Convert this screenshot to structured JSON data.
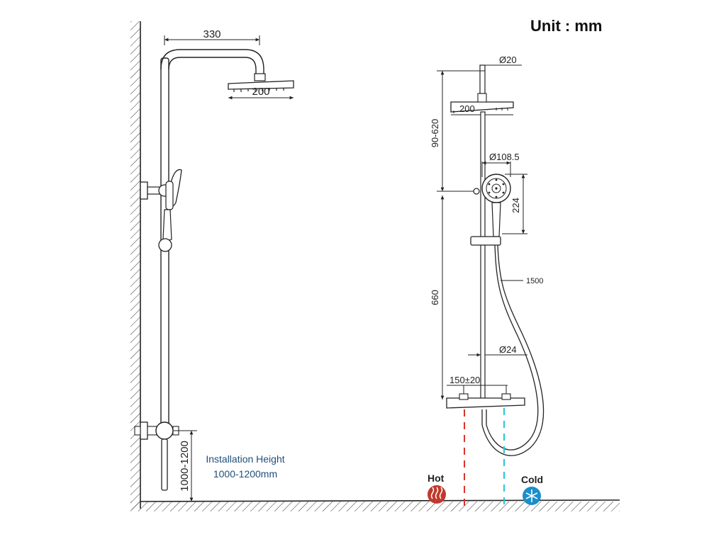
{
  "unit_title": "Unit : mm",
  "left_view": {
    "arm_width": "330",
    "head_diameter": "200",
    "install_dimension": "1000-1200",
    "install_title": "Installation Height",
    "install_range": "1000-1200mm"
  },
  "right_view": {
    "pipe_diameter_top": "Ø20",
    "head_diameter": "200",
    "height_adjust": "90-620",
    "hand_shower_diameter": "Ø108.5",
    "hand_shower_length": "224",
    "hose_length": "1500",
    "rail_length": "660",
    "pipe_diameter_bottom": "Ø24",
    "inlet_spacing": "150±20"
  },
  "legend": {
    "hot_label": "Hot",
    "cold_label": "Cold",
    "hot_color": "#c0392b",
    "cold_color": "#1a8fc9"
  },
  "colors": {
    "hot_line": "#d9342b",
    "cold_line": "#22c7d8",
    "install_text": "#1f4e79"
  }
}
